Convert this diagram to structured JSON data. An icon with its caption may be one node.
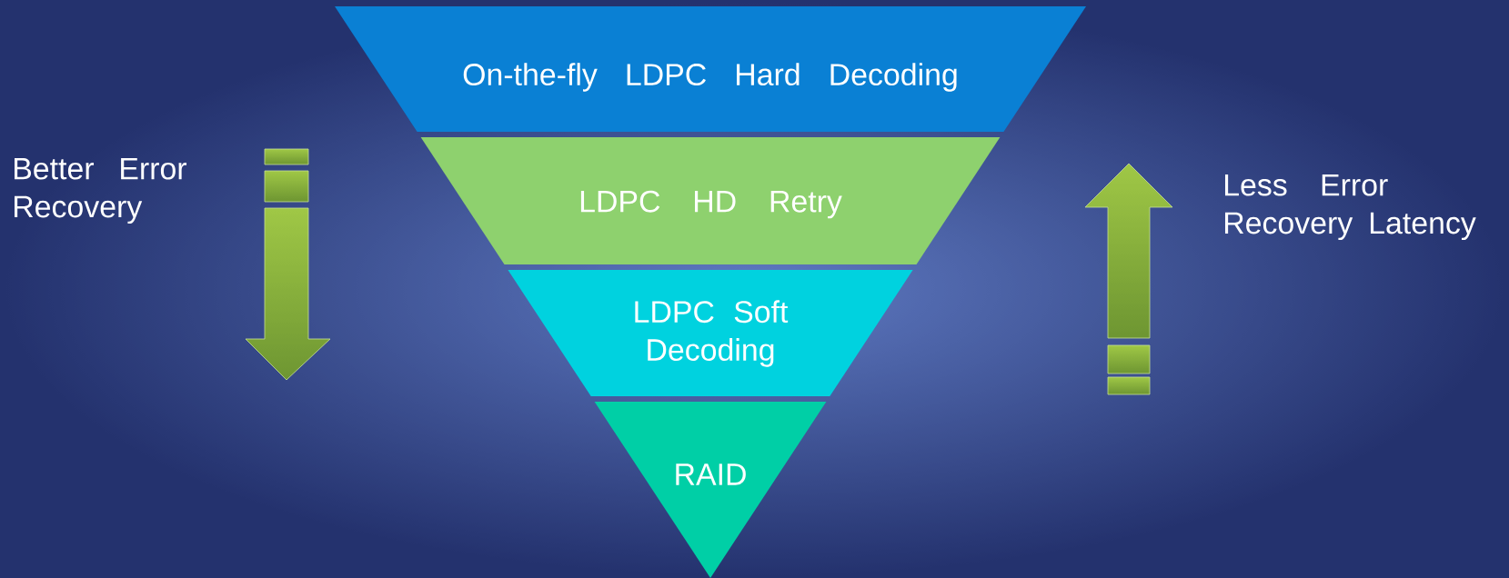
{
  "diagram": {
    "nodes": [
      {
        "text": [
          "On-the-fly LDPC Hard Decoding"
        ]
      },
      {
        "text": [
          "LDPC HD Retry"
        ]
      },
      {
        "text": [
          "LDPC Soft Decoding"
        ]
      },
      {
        "text": [
          "RAID"
        ]
      }
    ],
    "labels": [
      "Better Error Recovery",
      "Less Error Recovery Latency"
    ]
  }
}
